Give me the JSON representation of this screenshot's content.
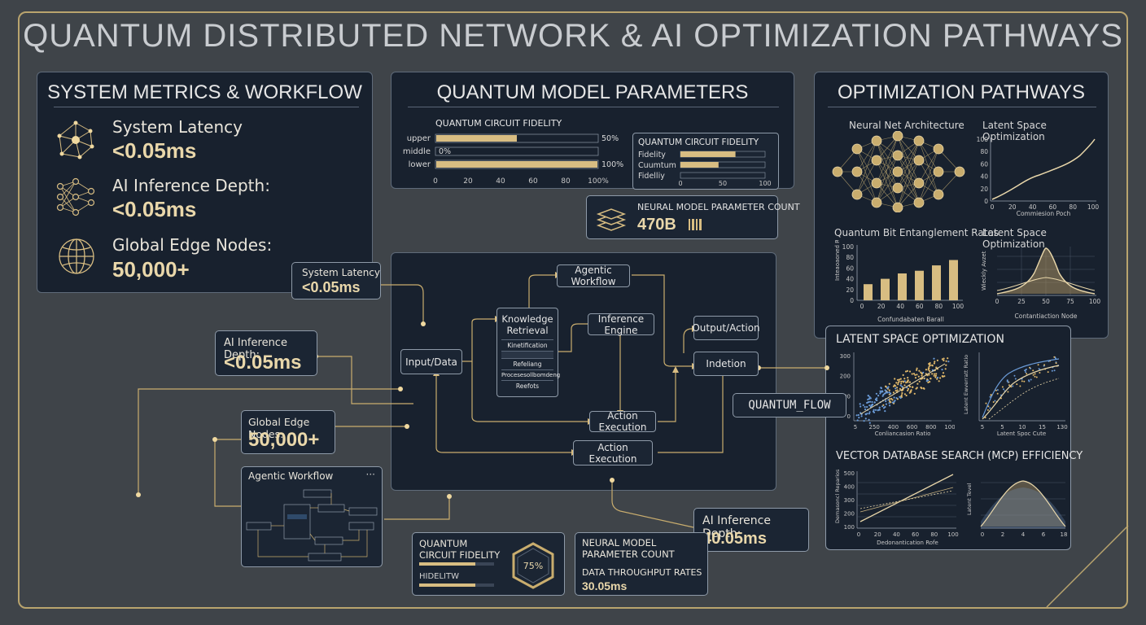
{
  "title": "QUANTUM DISTRIBUTED NETWORK & AI OPTIMIZATION PATHWAYS",
  "colors": {
    "gold": "#d8bd82",
    "panel": "#18212e",
    "background": "#3f4449",
    "blue": "#6a9ad6"
  },
  "metrics_panel": {
    "title": "SYSTEM METRICS & WORKFLOW",
    "items": [
      {
        "icon": "network-node-icon",
        "label": "System Latency",
        "value": "<0.05ms"
      },
      {
        "icon": "neural-net-icon",
        "label": "AI Inference Depth:",
        "value": "<0.05ms"
      },
      {
        "icon": "globe-icon",
        "label": "Global Edge Nodes:",
        "value": "50,000+"
      }
    ]
  },
  "model_panel": {
    "title": "QUANTUM MODEL PARAMETERS",
    "left_chart": {
      "title": "QUANTUM CIRCUIT FIDELITY",
      "rows": [
        {
          "label": "upper",
          "value": 50,
          "value_label": "50%"
        },
        {
          "label": "middle",
          "value": 0,
          "value_label": "0%"
        },
        {
          "label": "lower",
          "value": 100,
          "value_label": "100%"
        }
      ],
      "ticks": [
        "0",
        "20",
        "40",
        "60",
        "80",
        "100%"
      ]
    },
    "right_chart": {
      "title": "QUANTUM CIRCUIT FIDELITY",
      "rows": [
        {
          "label": "Fidelity",
          "value": 65
        },
        {
          "label": "Cuumtum",
          "value": 45
        },
        {
          "label": "Fidelliy",
          "value": 0
        }
      ],
      "ticks": [
        "0",
        "50",
        "100"
      ]
    },
    "param_count": {
      "icon": "layers-icon",
      "label": "NEURAL MODEL PARAMETER COUNT",
      "value": "470B"
    }
  },
  "pathways_panel": {
    "title": "OPTIMIZATION PATHWAYS",
    "neural_title": "Neural Net Architecture",
    "latent_title": "Latent Space Optimization",
    "latent_chart": {
      "yticks": [
        "100",
        "80",
        "60",
        "40",
        "20",
        "0"
      ],
      "xticks": [
        "0",
        "20",
        "40",
        "60",
        "80",
        "100"
      ],
      "xlabel": "Commiesion Poch"
    },
    "entangle_title": "Quantum Bit Entanglement Rates",
    "entangle_chart": {
      "yticks": [
        "100",
        "80",
        "60",
        "40",
        "20",
        "0"
      ],
      "xticks": [
        "0",
        "20",
        "40",
        "60",
        "80",
        "100"
      ],
      "values": [
        30,
        40,
        50,
        55,
        65,
        75
      ],
      "ylabel": "Inteaoaoned Rates",
      "xlabel": "Confundabaten Barall"
    },
    "latent2_title": "Latent Space Optimization",
    "latent2_chart": {
      "xticks": [
        "0",
        "25",
        "50",
        "75",
        "100"
      ],
      "ylabel": "Wieckly Avzet",
      "xlabel": "Contantiaction Node"
    }
  },
  "latent_panel": {
    "title": "LATENT SPACE OPTIMIZATION",
    "scatter_chart": {
      "yticks": [
        "300",
        "200",
        "100",
        "0"
      ],
      "xticks": [
        "5",
        "250",
        "400",
        "600",
        "800",
        "100"
      ],
      "xlabel": "Conliancasion Ratio"
    },
    "curve_chart": {
      "ylabel": "Latent Ewverratt Ratio",
      "xticks": [
        "5",
        "5",
        "10",
        "15",
        "130"
      ],
      "xlabel": "Latent Spoc Cute"
    },
    "vector_title": "VECTOR DATABASE SEARCH (MCP) EFFICIENCY",
    "line_chart": {
      "yticks": [
        "500",
        "400",
        "300",
        "200",
        "100"
      ],
      "xticks": [
        "0",
        "20",
        "40",
        "60",
        "80",
        "100"
      ],
      "ylabel": "Demasoncl Reparios",
      "xlabel": "Dedonantication Rofe"
    },
    "dist_chart": {
      "ylabel": "Latent Tevel",
      "xticks": [
        "0",
        "2",
        "4",
        "6",
        "18"
      ]
    }
  },
  "callouts": {
    "latency": {
      "label": "System Latency",
      "value": "<0.05ms"
    },
    "inference": {
      "label": "AI Inference Depth:",
      "value": "<0.05ms"
    },
    "edge": {
      "label": "Global Edge Nodes:",
      "value": "50,000+"
    },
    "inference2": {
      "label": "AI Inference Depth:",
      "value": "40.05ms"
    },
    "quantum_flow": "QUANTUM_FLOW"
  },
  "flow": {
    "input": "Input/Data",
    "knowledge_title": "Knowledge Retrieval",
    "knowledge_items": [
      "Kinetification",
      "",
      "Refeliang",
      "Procesesollbomdeng",
      "Reefots"
    ],
    "agentic": "Agentic Workflow",
    "inference": "Inference Engine",
    "output": "Output/Action",
    "indetion": "Indetion",
    "action1": "Action Execution",
    "action2": "Action Execution"
  },
  "agentic_mini": {
    "title": "Agentic Workflow",
    "menu": "···"
  },
  "fidelity_mini": {
    "label": "QUANTUM CIRCUIT FIDELITY",
    "sublabel": "HIDELITW",
    "percent": 75,
    "percent_label": "75%"
  },
  "neural_mini": {
    "label": "NEURAL MODEL PARAMETER COUNT",
    "sublabel": "DATA THROUGHPUT RATES",
    "value": "30.05ms"
  }
}
